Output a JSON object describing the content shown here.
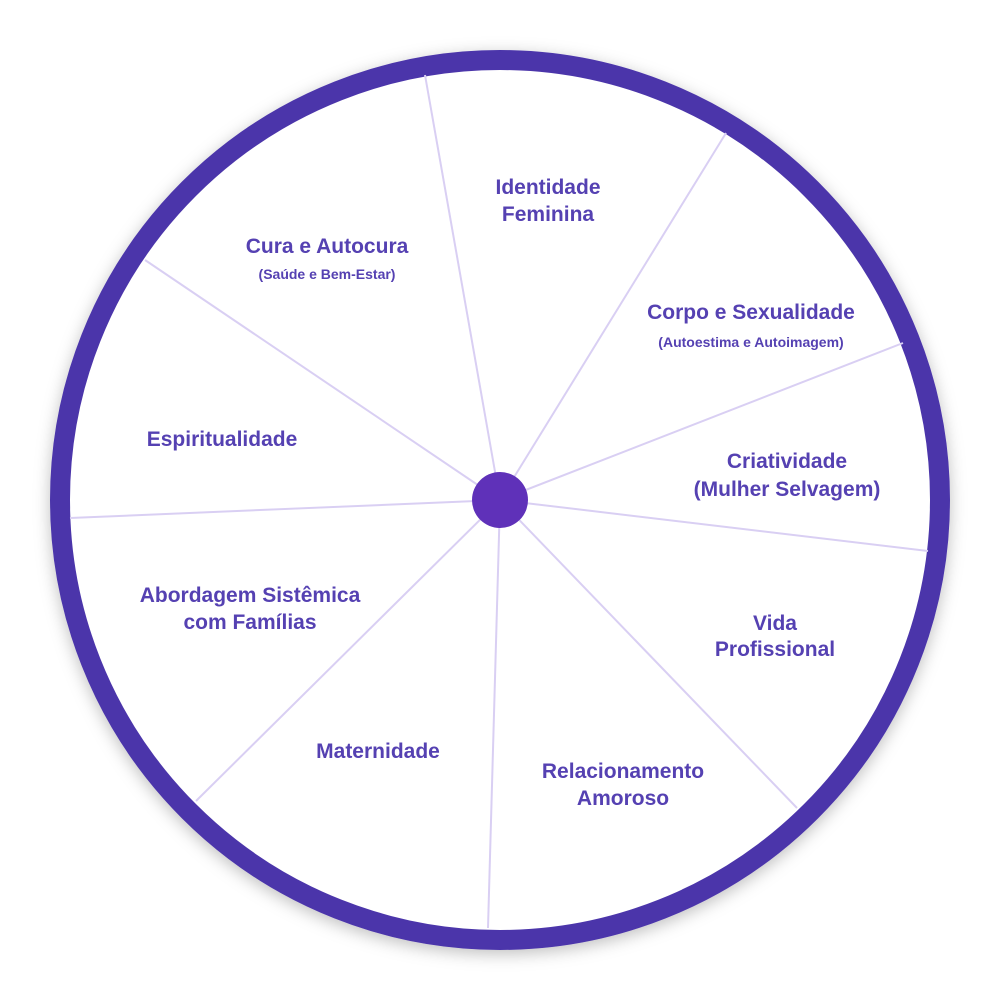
{
  "colors": {
    "ring": "#4b36aa",
    "hub": "#5f31b9",
    "text": "#5541b2",
    "spoke": "#d9cff3"
  },
  "segments": [
    {
      "title_lines": [
        "Identidade",
        "Feminina"
      ],
      "subtitle": ""
    },
    {
      "title_lines": [
        "Corpo e Sexualidade"
      ],
      "subtitle": "(Autoestima e Autoimagem)"
    },
    {
      "title_lines": [
        "Criatividade",
        "(Mulher Selvagem)"
      ],
      "subtitle": ""
    },
    {
      "title_lines": [
        "Vida",
        "Profissional"
      ],
      "subtitle": ""
    },
    {
      "title_lines": [
        "Relacionamento",
        "Amoroso"
      ],
      "subtitle": ""
    },
    {
      "title_lines": [
        "Maternidade"
      ],
      "subtitle": ""
    },
    {
      "title_lines": [
        "Abordagem Sistêmica",
        "com Famílias"
      ],
      "subtitle": ""
    },
    {
      "title_lines": [
        "Espiritualidade"
      ],
      "subtitle": ""
    },
    {
      "title_lines": [
        "Cura e Autocura"
      ],
      "subtitle": "(Saúde e Bem-Estar)"
    }
  ]
}
